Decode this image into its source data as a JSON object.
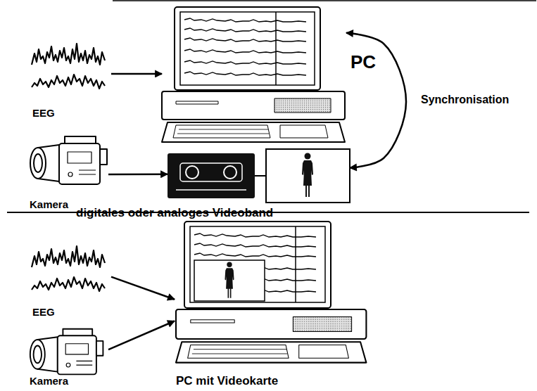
{
  "diagram": {
    "nodes": [
      {
        "text": [
          "EEG"
        ]
      },
      {
        "text": [
          "PC"
        ]
      },
      {
        "text": [
          "Kamera"
        ]
      },
      {
        "text": [
          "digitales oder analoges Videoband"
        ]
      },
      {
        "text": [
          "EEG"
        ]
      },
      {
        "text": [
          "PC mit Videokarte"
        ]
      },
      {
        "text": [
          "Kamera"
        ]
      }
    ],
    "edges": [
      {
        "from": 0,
        "to": 1,
        "arrow": "to"
      },
      {
        "from": 2,
        "to": 3,
        "arrow": "to"
      },
      {
        "from": 1,
        "to": 3,
        "label": "Synchronisation",
        "arrow": "both"
      },
      {
        "from": 4,
        "to": 5,
        "arrow": "to"
      },
      {
        "from": 6,
        "to": 5,
        "arrow": "to"
      }
    ]
  }
}
